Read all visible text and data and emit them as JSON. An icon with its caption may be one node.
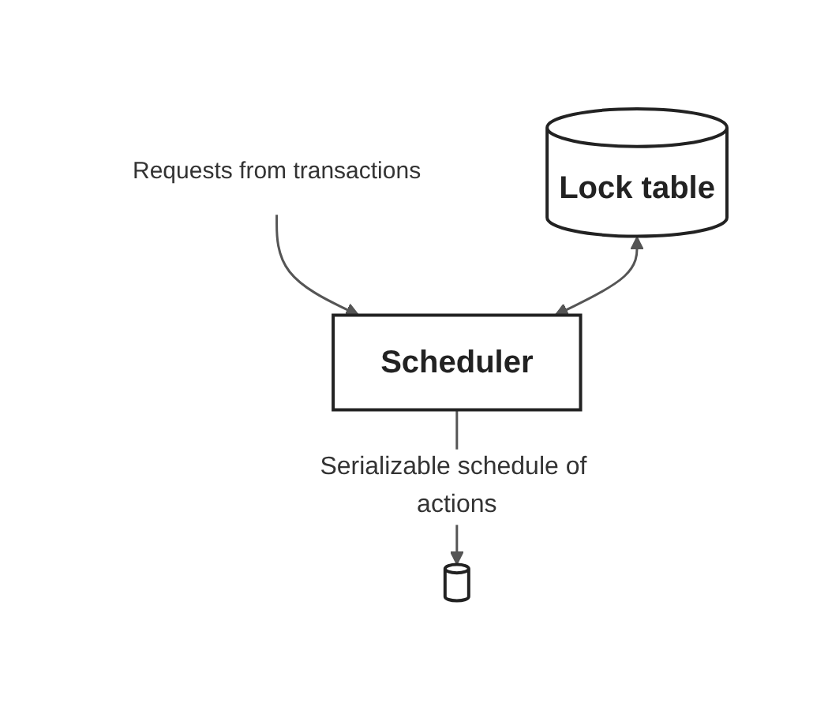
{
  "diagram": {
    "nodes": [
      {
        "text": [
          "Requests from transactions"
        ]
      },
      {
        "text": [
          "Lock table"
        ]
      },
      {
        "text": [
          "Scheduler"
        ]
      },
      {
        "text": [],
        "shape": "cylinder"
      }
    ],
    "edges": [
      {
        "from": 0,
        "to": 2,
        "arrow": "to"
      },
      {
        "from": 1,
        "to": 2,
        "arrow": "both"
      },
      {
        "from": 2,
        "to": 3,
        "arrow": "to",
        "label": "Serializable schedule of actions"
      }
    ]
  }
}
